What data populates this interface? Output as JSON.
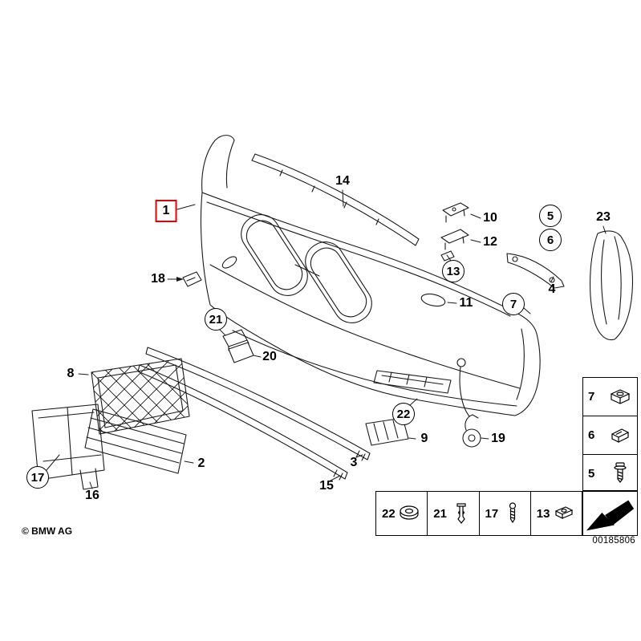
{
  "page": {
    "copyright": "© BMW AG",
    "document_number": "00185806"
  },
  "diagram": {
    "type": "exploded-parts-diagram",
    "highlighted_part": "1",
    "colors": {
      "highlight": "#e60000",
      "line": "#1a1a1a"
    }
  },
  "callouts": {
    "p1": {
      "label": "1",
      "style": "highlight-box"
    },
    "p2": {
      "label": "2",
      "style": "plain"
    },
    "p3": {
      "label": "3",
      "style": "plain"
    },
    "p4": {
      "label": "4",
      "style": "plain"
    },
    "p5": {
      "label": "5",
      "style": "circle"
    },
    "p6": {
      "label": "6",
      "style": "circle"
    },
    "p7": {
      "label": "7",
      "style": "circle"
    },
    "p8": {
      "label": "8",
      "style": "plain"
    },
    "p9": {
      "label": "9",
      "style": "plain"
    },
    "p10": {
      "label": "10",
      "style": "plain"
    },
    "p11": {
      "label": "11",
      "style": "plain"
    },
    "p12": {
      "label": "12",
      "style": "plain"
    },
    "p13": {
      "label": "13",
      "style": "circle"
    },
    "p14": {
      "label": "14",
      "style": "plain"
    },
    "p15": {
      "label": "15",
      "style": "plain"
    },
    "p16": {
      "label": "16",
      "style": "plain"
    },
    "p17": {
      "label": "17",
      "style": "circle"
    },
    "p18": {
      "label": "18",
      "style": "plain"
    },
    "p19": {
      "label": "19",
      "style": "plain"
    },
    "p20": {
      "label": "20",
      "style": "plain"
    },
    "p21": {
      "label": "21",
      "style": "circle"
    },
    "p22": {
      "label": "22",
      "style": "circle"
    },
    "p23": {
      "label": "23",
      "style": "plain"
    }
  },
  "legend": {
    "right_column": [
      {
        "label": "7",
        "icon": "sheet-metal-nut-icon"
      },
      {
        "label": "6",
        "icon": "speed-clip-icon"
      },
      {
        "label": "5",
        "icon": "screw-washer-icon"
      }
    ],
    "bottom_row": [
      {
        "label": "22",
        "icon": "grommet-icon"
      },
      {
        "label": "21",
        "icon": "expanding-rivet-icon"
      },
      {
        "label": "17",
        "icon": "screw-icon"
      },
      {
        "label": "13",
        "icon": "plastic-nut-icon"
      }
    ],
    "arrow_icon": "next-diagram-arrow-icon"
  }
}
